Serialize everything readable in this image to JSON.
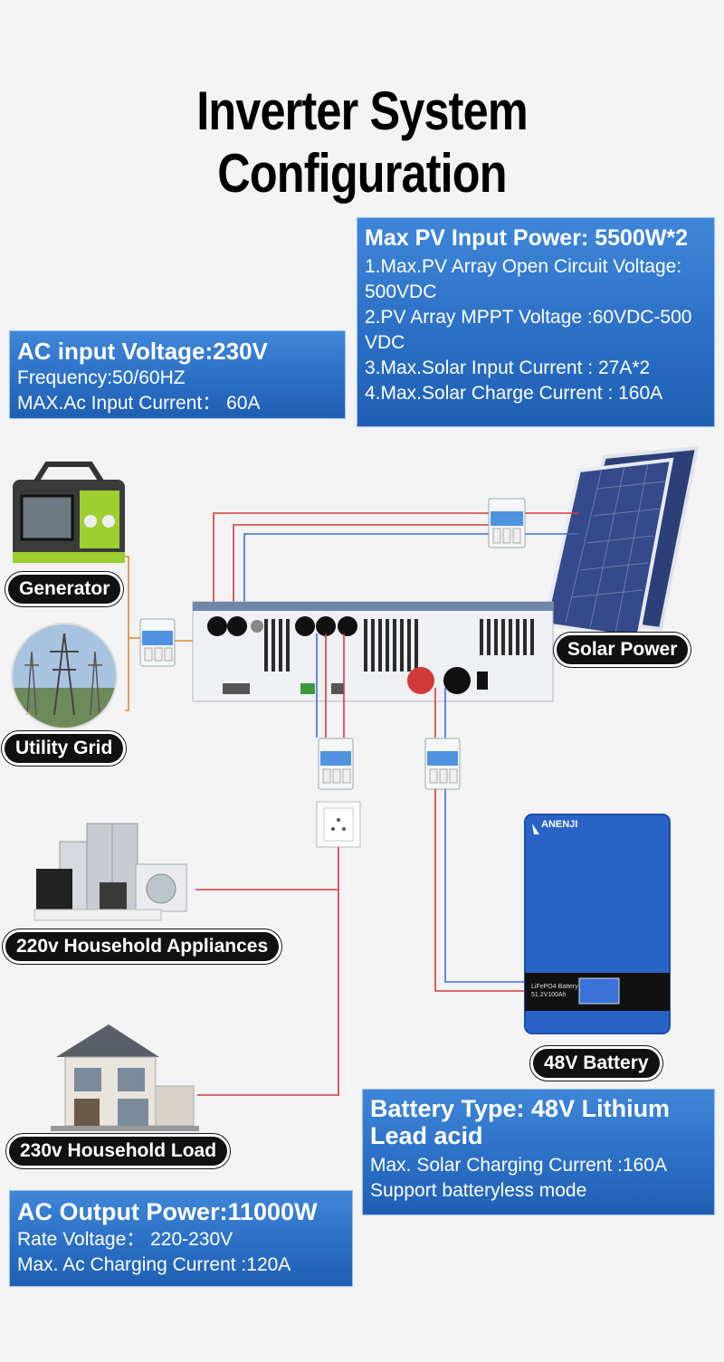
{
  "title": "Inverter System Configuration",
  "pv_panel": {
    "heading": "Max PV Input Power: 5500W*2",
    "lines": [
      "1.Max.PV Array Open Circuit Voltage:",
      "500VDC",
      "2.PV Array MPPT Voltage :60VDC-500",
      "VDC",
      "3.Max.Solar Input Current : 27A*2",
      "4.Max.Solar Charge  Current : 160A"
    ]
  },
  "ac_input_panel": {
    "heading": "AC input Voltage:230V",
    "lines": [
      "Frequency:50/60HZ",
      "MAX.Ac Input Current： 60A"
    ]
  },
  "labels": {
    "generator": "Generator",
    "utility_grid": "Utility Grid",
    "solar_power": "Solar Power",
    "appliances": "220v Household Appliances",
    "battery": "48V Battery",
    "household_load": "230v Household Load"
  },
  "battery_panel": {
    "heading_1": "Battery Type: 48V Lithium",
    "heading_2": "Lead acid",
    "lines": [
      "Max. Solar Charging Current :160A",
      "Support batteryless mode"
    ]
  },
  "ac_output_panel": {
    "heading": "AC Output Power:11000W",
    "lines": [
      "Rate Voltage： 220-230V",
      "Max. Ac Charging Current :120A"
    ]
  },
  "battery_device": {
    "brand": "ANENJI",
    "model_line_1": "LiFePO4 Battery",
    "model_line_2": "51.2V100Ah"
  },
  "colors": {
    "panel_blue": "#2a6ec4",
    "wire_red": "#d83a3a",
    "wire_blue": "#3a6fd8",
    "wire_orange": "#e0892e",
    "battery_blue": "#2a63c8"
  }
}
